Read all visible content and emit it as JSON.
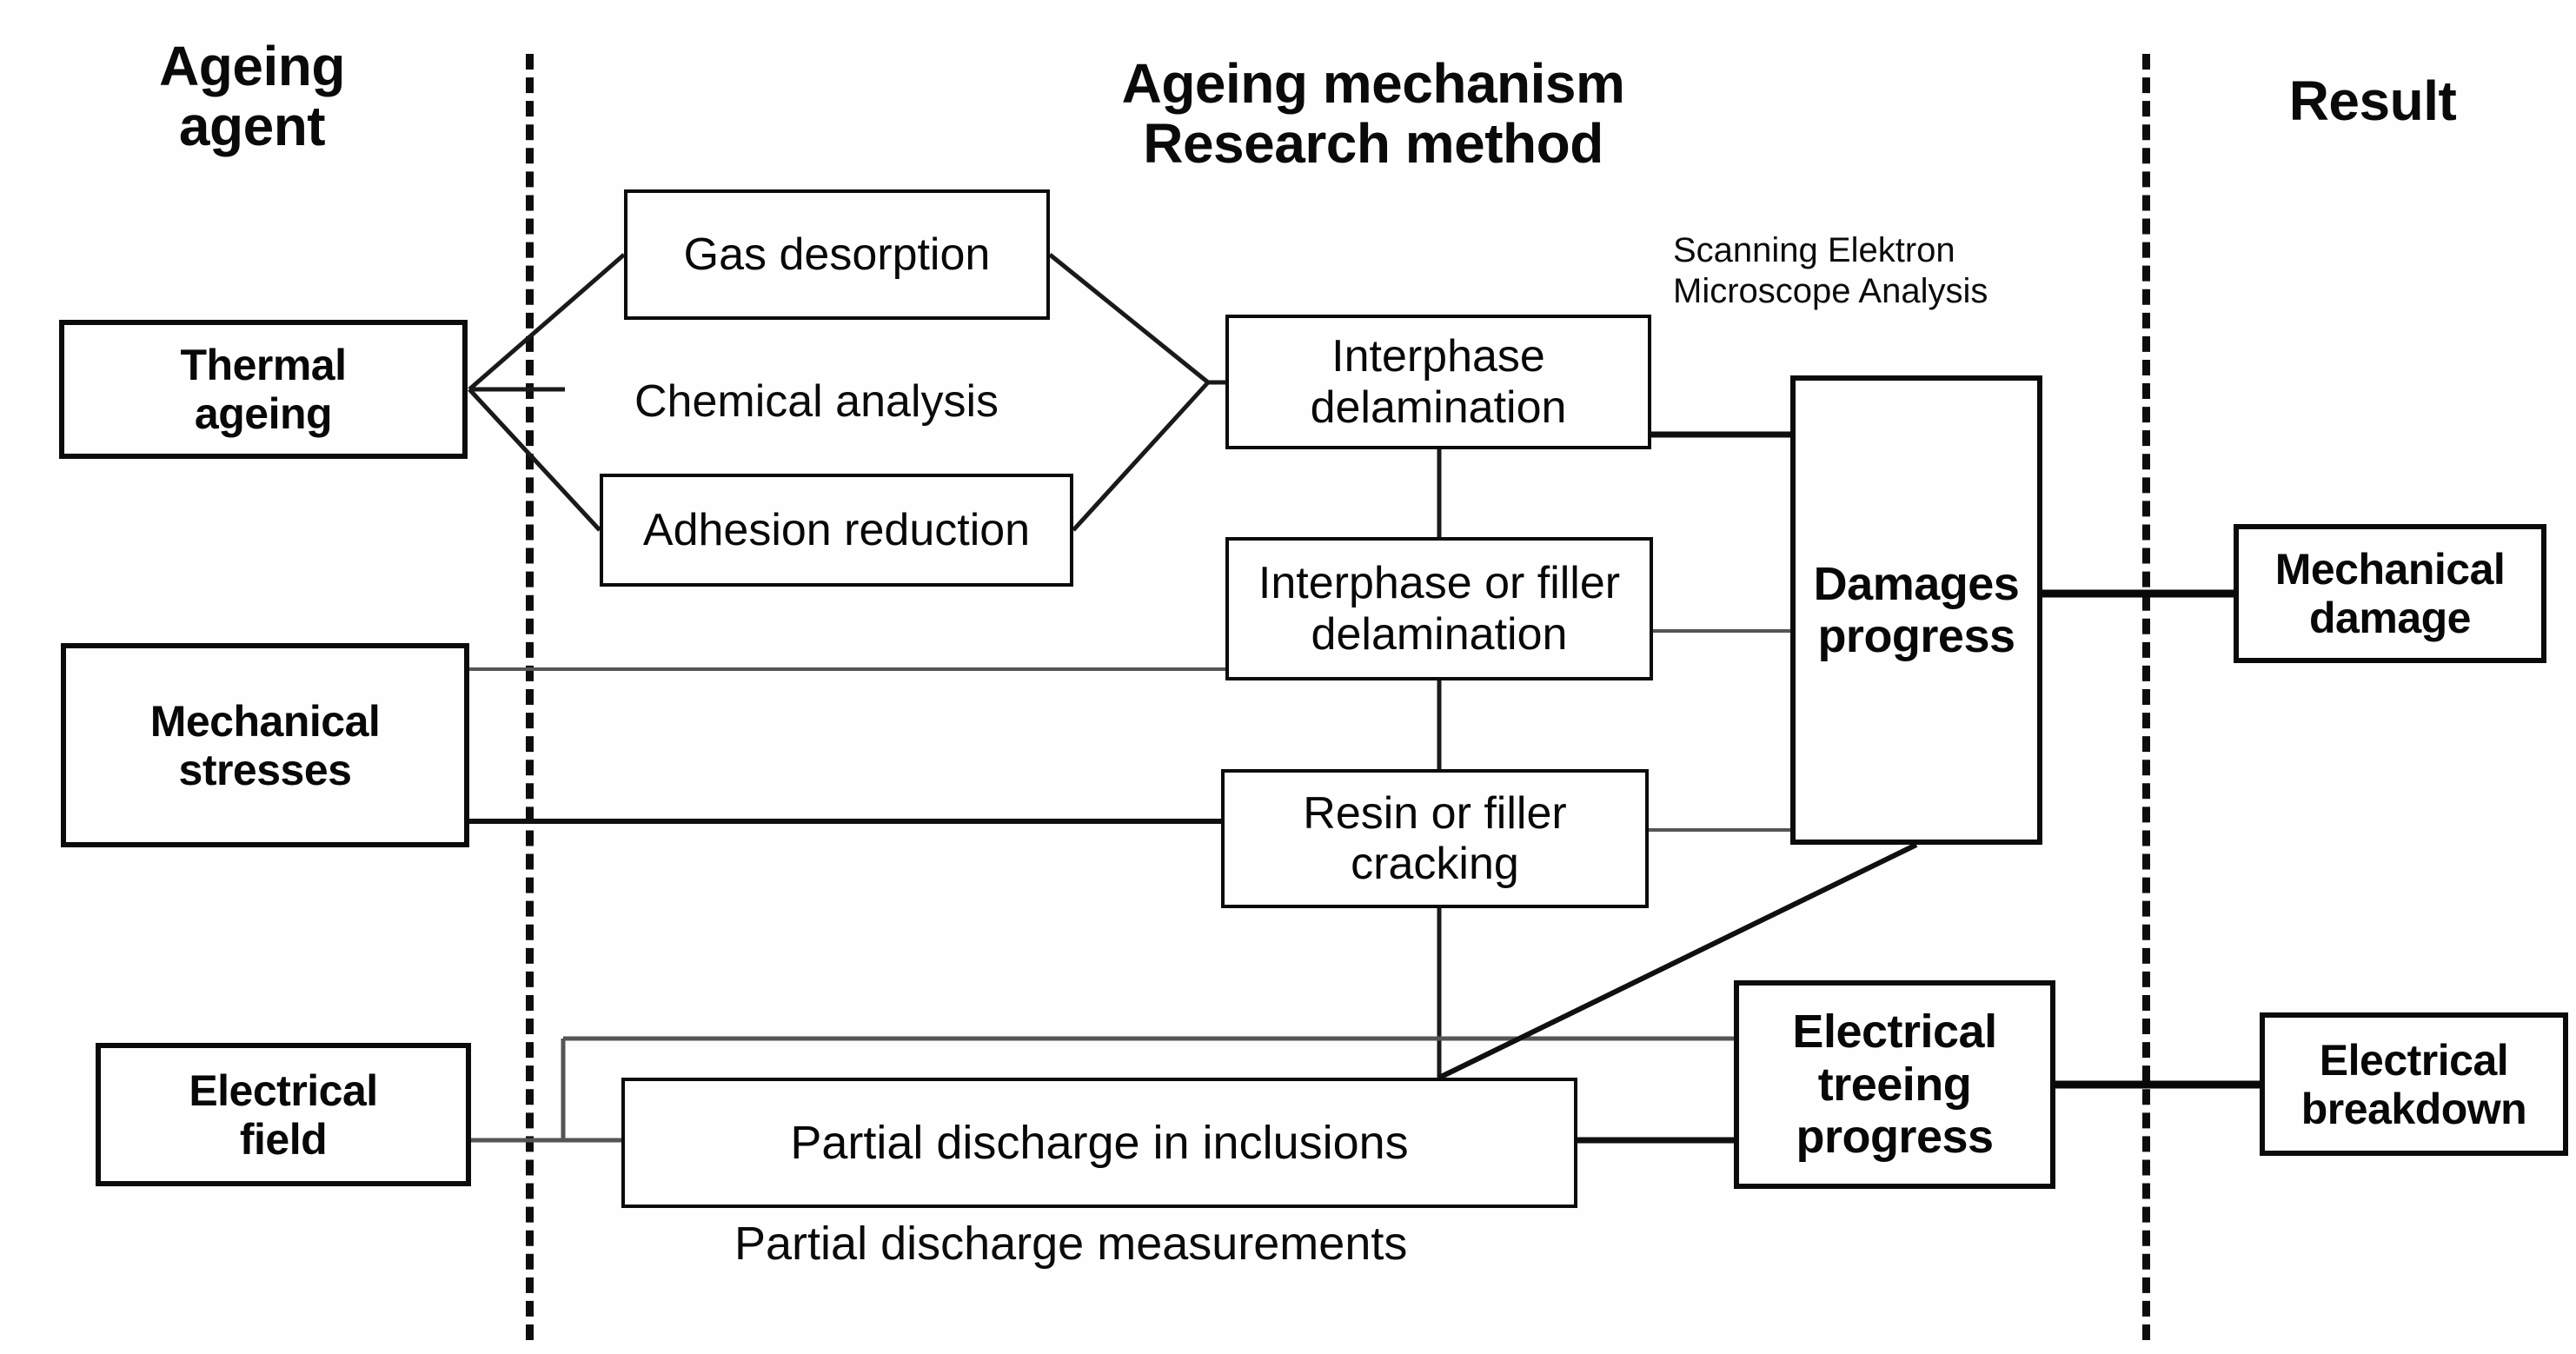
{
  "headers": {
    "agent": "Ageing\nagent",
    "mechanism": "Ageing mechanism\nResearch method",
    "result": "Result"
  },
  "colors": {
    "line": "#1a1a1a",
    "box_border": "#0b0b0b",
    "text": "#0a0a0a",
    "background": "#fefefe"
  },
  "nodes": {
    "thermal_ageing": "Thermal\nageing",
    "mechanical_stresses": "Mechanical\nstresses",
    "electrical_field": "Electrical\nfield",
    "gas_desorption": "Gas desorption",
    "adhesion_reduction": "Adhesion reduction",
    "interphase_delamination": "Interphase\ndelamination",
    "interphase_or_filler_delamination": "Interphase or filler\ndelamination",
    "resin_or_filler_cracking": "Resin or filler\ncracking",
    "partial_discharge_in_inclusions": "Partial discharge in inclusions",
    "damages_progress": "Damages\nprogress",
    "electrical_treeing_progress": "Electrical\ntreeing\nprogress",
    "mechanical_damage": "Mechanical\ndamage",
    "electrical_breakdown": "Electrical\nbreakdown"
  },
  "labels": {
    "chemical_analysis": "Chemical analysis",
    "partial_discharge_measurements": "Partial discharge measurements",
    "sem_analysis": "Scanning Elektron\nMicroscope  Analysis"
  },
  "dividers": {
    "left_style": "dashed",
    "right_style": "dashed"
  },
  "edges": [
    {
      "from": "thermal_ageing",
      "to": "gas_desorption",
      "style": "diagonal"
    },
    {
      "from": "thermal_ageing",
      "to": "adhesion_reduction",
      "style": "diagonal"
    },
    {
      "from": "gas_desorption",
      "to": "interphase_delamination",
      "style": "diagonal"
    },
    {
      "from": "adhesion_reduction",
      "to": "interphase_delamination",
      "style": "diagonal"
    },
    {
      "from": "interphase_delamination",
      "to": "interphase_or_filler_delamination",
      "style": "vertical"
    },
    {
      "from": "interphase_or_filler_delamination",
      "to": "resin_or_filler_cracking",
      "style": "vertical"
    },
    {
      "from": "interphase_delamination",
      "to": "damages_progress",
      "style": "horizontal"
    },
    {
      "from": "interphase_or_filler_delamination",
      "to": "damages_progress",
      "style": "horizontal"
    },
    {
      "from": "resin_or_filler_cracking",
      "to": "damages_progress",
      "style": "horizontal"
    },
    {
      "from": "mechanical_stresses",
      "to": "interphase_or_filler_delamination",
      "style": "horizontal"
    },
    {
      "from": "mechanical_stresses",
      "to": "resin_or_filler_cracking",
      "style": "horizontal"
    },
    {
      "from": "electrical_field",
      "to": "partial_discharge_in_inclusions",
      "style": "horizontal"
    },
    {
      "from": "electrical_field",
      "to": "electrical_treeing_progress",
      "style": "elbow"
    },
    {
      "from": "resin_or_filler_cracking",
      "to": "partial_discharge_in_inclusions",
      "style": "vertical"
    },
    {
      "from": "partial_discharge_in_inclusions",
      "to": "damages_progress",
      "style": "diagonal"
    },
    {
      "from": "partial_discharge_in_inclusions",
      "to": "electrical_treeing_progress",
      "style": "horizontal"
    },
    {
      "from": "damages_progress",
      "to": "mechanical_damage",
      "style": "horizontal"
    },
    {
      "from": "electrical_treeing_progress",
      "to": "electrical_breakdown",
      "style": "horizontal"
    }
  ]
}
